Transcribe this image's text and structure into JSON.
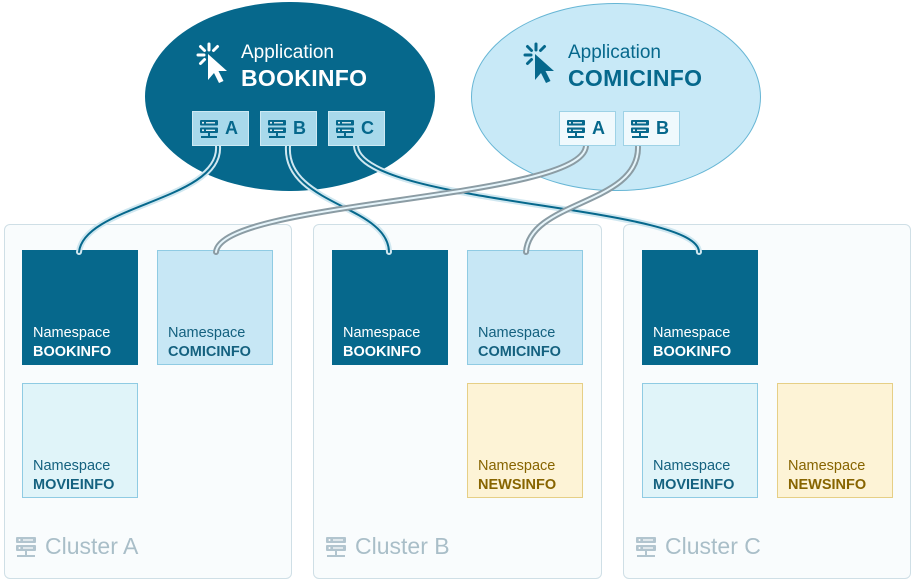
{
  "applications": [
    {
      "label": "Application",
      "name": "BOOKINFO",
      "services": [
        "A",
        "B",
        "C"
      ]
    },
    {
      "label": "Application",
      "name": "COMICINFO",
      "services": [
        "A",
        "B"
      ]
    }
  ],
  "clusters": [
    {
      "label": "Cluster A",
      "namespaces": [
        {
          "label": "Namespace",
          "name": "BOOKINFO"
        },
        {
          "label": "Namespace",
          "name": "COMICINFO"
        },
        {
          "label": "Namespace",
          "name": "MOVIEINFO"
        }
      ]
    },
    {
      "label": "Cluster B",
      "namespaces": [
        {
          "label": "Namespace",
          "name": "BOOKINFO"
        },
        {
          "label": "Namespace",
          "name": "COMICINFO"
        },
        {
          "label": "Namespace",
          "name": "NEWSINFO"
        }
      ]
    },
    {
      "label": "Cluster C",
      "namespaces": [
        {
          "label": "Namespace",
          "name": "BOOKINFO"
        },
        {
          "label": "Namespace",
          "name": "MOVIEINFO"
        },
        {
          "label": "Namespace",
          "name": "NEWSINFO"
        }
      ]
    }
  ],
  "colors": {
    "dark_blue": "#06688c",
    "light_blue": "#c7e7f5",
    "pale_cyan": "#e0f4f9",
    "yellow": "#fdf3d6",
    "yellow_text": "#876400",
    "cluster_label": "#a9bec8"
  },
  "icons": {
    "application": "cursor-click-icon",
    "service": "server-icon",
    "cluster": "server-icon"
  }
}
